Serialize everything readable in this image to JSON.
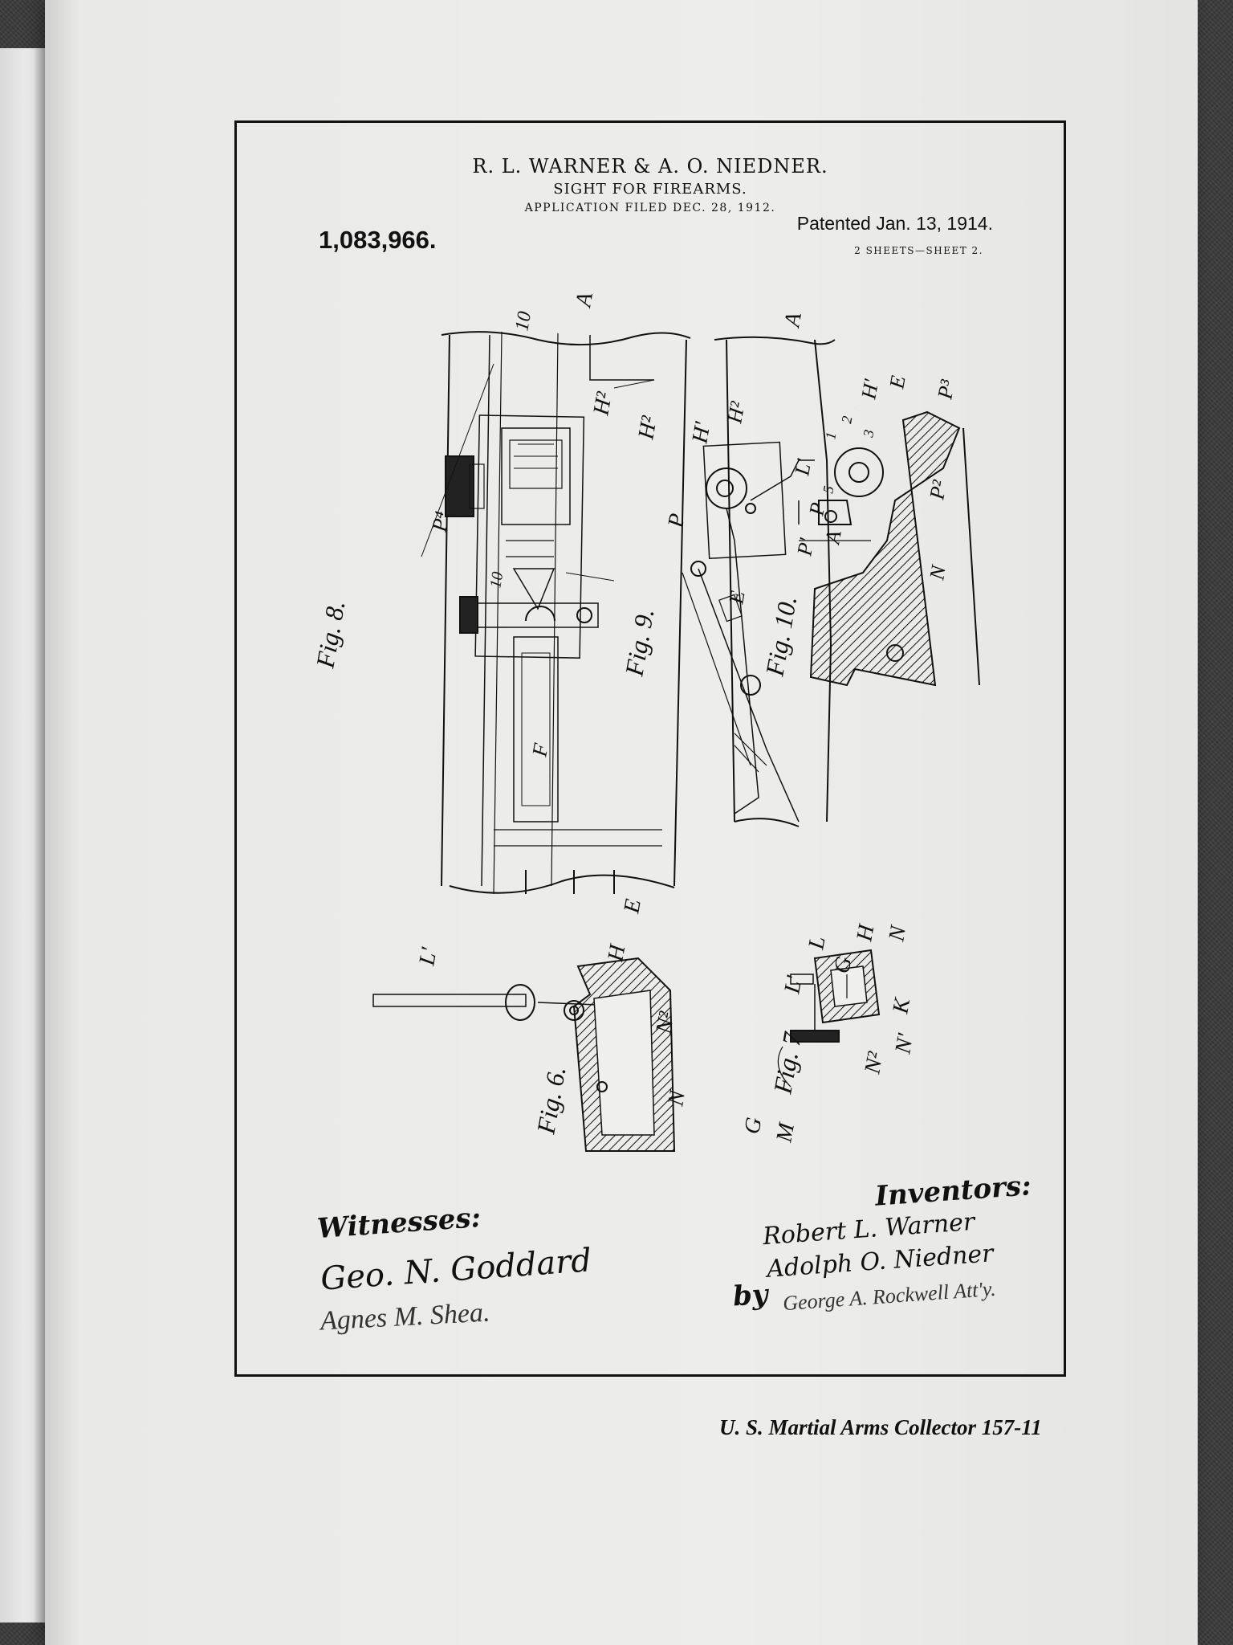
{
  "patent": {
    "names": "R. L. WARNER & A. O. NIEDNER.",
    "subject": "SIGHT FOR FIREARMS.",
    "filed": "APPLICATION FILED DEC. 28, 1912.",
    "number": "1,083,966.",
    "date": "Patented Jan. 13, 1914.",
    "sheets": "2 SHEETS—SHEET 2."
  },
  "figures": {
    "fig8": "Fig. 8.",
    "fig9": "Fig. 9.",
    "fig10": "Fig. 10.",
    "fig6": "Fig. 6.",
    "fig7": "Fig. 7"
  },
  "reference_letters": {
    "A": "A",
    "A2": "A",
    "H2": "H²",
    "H2b": "H²",
    "H1": "H'",
    "H": "H",
    "P4": "P⁴",
    "P": "P",
    "P1": "P'",
    "P2": "P²",
    "P3": "P³",
    "E": "E",
    "E2": "E",
    "E3": "E",
    "F": "F",
    "L": "L",
    "L1": "L'",
    "L1b": "L'",
    "N": "N",
    "N1": "N'",
    "N2": "N²",
    "N2b": "N²",
    "G": "G",
    "Gb": "G",
    "K": "K",
    "M": "M",
    "ten": "10",
    "tenb": "10",
    "one": "1",
    "two": "2",
    "three": "3",
    "five": "5"
  },
  "signatures": {
    "witnesses_title": "Witnesses:",
    "witness1": "Geo. N. Goddard",
    "witness2": "Agnes M. Shea.",
    "inventors_title": "Inventors:",
    "inventor1": "Robert L. Warner",
    "inventor2": "Adolph O. Niedner",
    "by": "by",
    "attorney": "George A. Rockwell Att'y."
  },
  "footer": "U. S. Martial Arms Collector 157-11"
}
